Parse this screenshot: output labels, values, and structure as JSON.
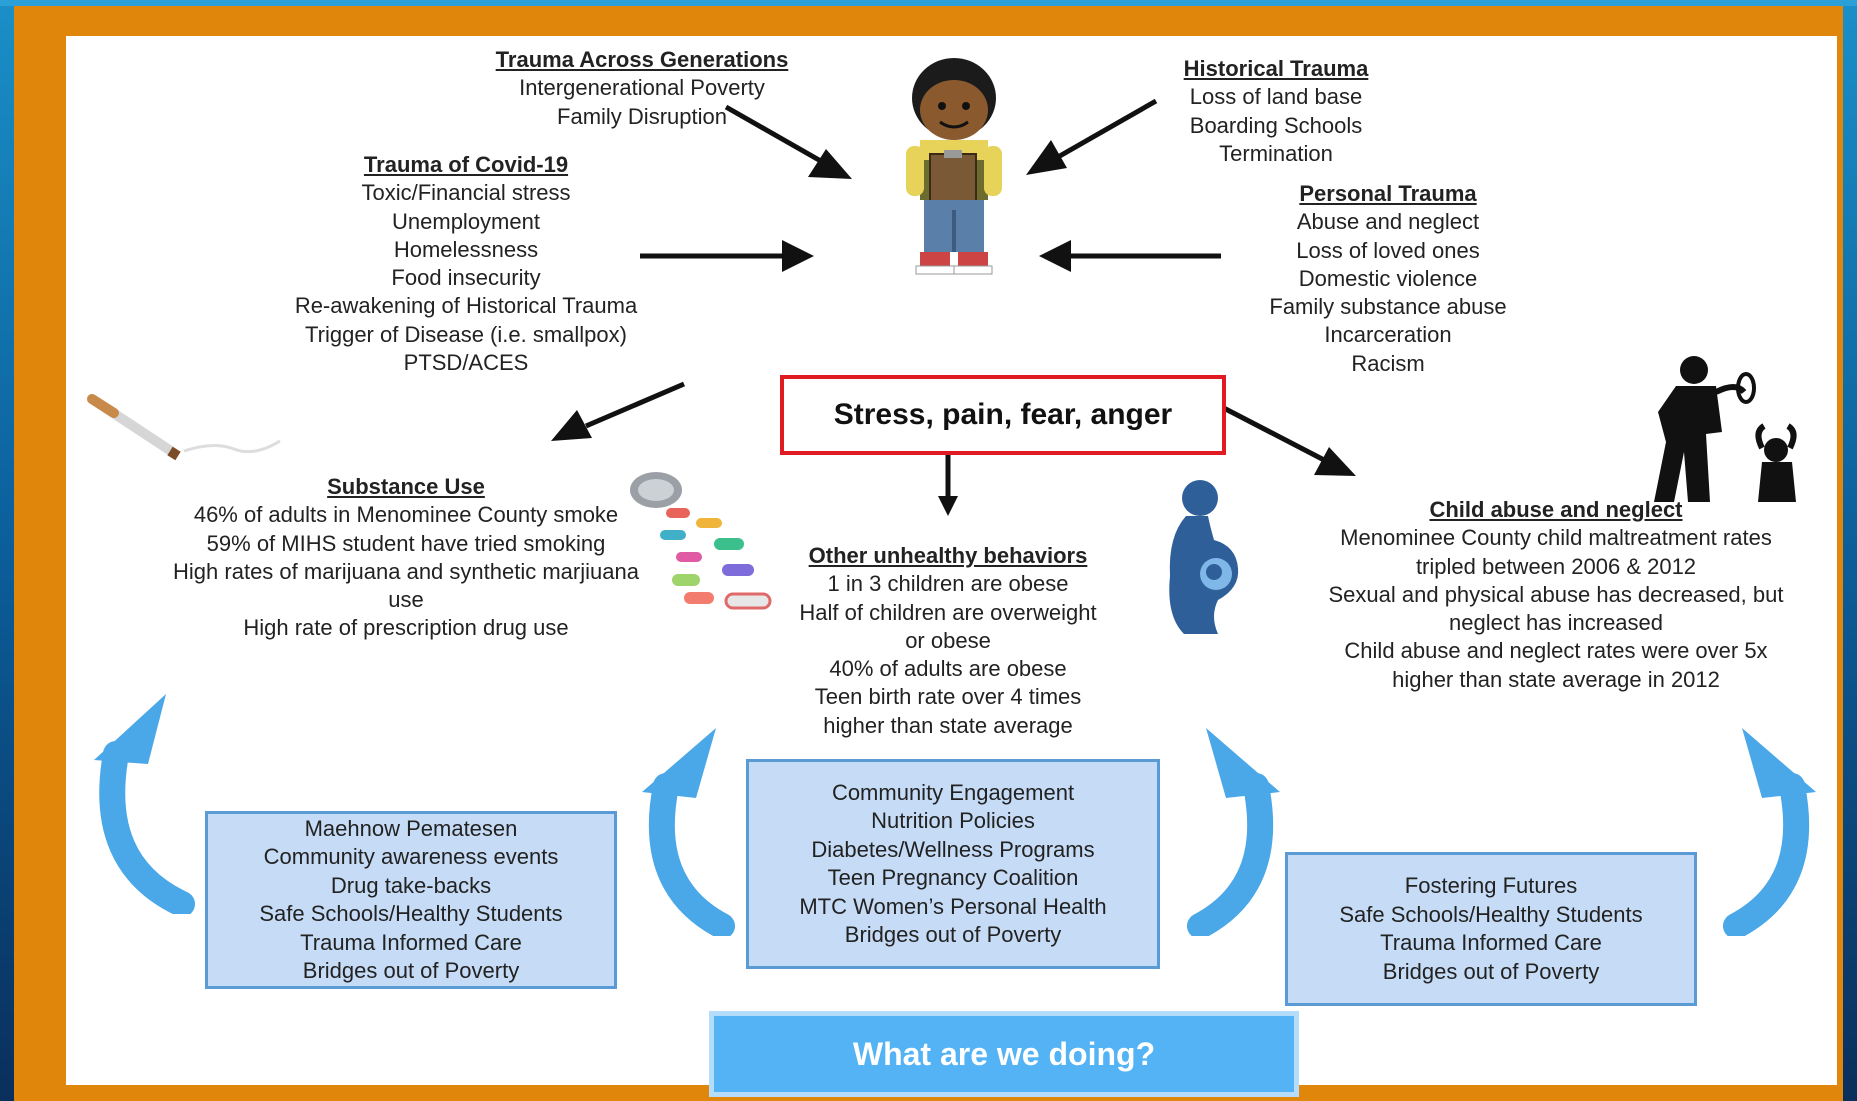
{
  "center": {
    "label": "Stress, pain, fear, anger"
  },
  "blocks": {
    "generations": {
      "title": "Trauma Across Generations",
      "lines": [
        "Intergenerational Poverty",
        "Family Disruption"
      ]
    },
    "covid": {
      "title": "Trauma of Covid-19",
      "lines": [
        "Toxic/Financial stress",
        "Unemployment",
        "Homelessness",
        "Food insecurity",
        "Re-awakening of Historical Trauma",
        "Trigger of Disease (i.e. smallpox)",
        "PTSD/ACES"
      ]
    },
    "historical": {
      "title": "Historical Trauma",
      "lines": [
        "Loss of land base",
        "Boarding Schools",
        "Termination"
      ]
    },
    "personal": {
      "title": "Personal Trauma",
      "lines": [
        "Abuse and neglect",
        "Loss of loved ones",
        "Domestic violence",
        "Family substance abuse",
        "Incarceration",
        "Racism"
      ]
    },
    "substance": {
      "title": "Substance Use",
      "lines": [
        "46% of adults in Menominee County smoke",
        "59% of MIHS student have tried smoking",
        "High rates of marijuana and synthetic marjiuana",
        "use",
        "High rate of prescription drug use"
      ]
    },
    "unhealthy": {
      "title": "Other unhealthy behaviors",
      "lines": [
        "1 in 3 children are obese",
        "Half of children are overweight",
        "or obese",
        "40% of adults are obese",
        "Teen birth rate over 4 times",
        "higher than state average"
      ]
    },
    "abuse": {
      "title": "Child abuse and neglect",
      "lines": [
        "Menominee County child maltreatment rates",
        "tripled between 2006 & 2012",
        "Sexual and physical abuse has decreased, but",
        "neglect has increased",
        "Child abuse and neglect rates were over 5x",
        "higher than state average in 2012"
      ]
    }
  },
  "programs": {
    "left": [
      "Maehnow Pematesen",
      "Community awareness events",
      "Drug take-backs",
      "Safe Schools/Healthy Students",
      "Trauma Informed Care",
      "Bridges out of Poverty"
    ],
    "middle": [
      "Community Engagement",
      "Nutrition Policies",
      "Diabetes/Wellness Programs",
      "Teen Pregnancy Coalition",
      "MTC Women’s Personal Health",
      "Bridges out of Poverty"
    ],
    "right": [
      "Fostering Futures",
      "Safe Schools/Healthy Students",
      "Trauma Informed Care",
      "Bridges out of Poverty"
    ]
  },
  "action": {
    "label": "What are we doing?"
  },
  "colors": {
    "frame": "#e0860b",
    "center_border": "#e11b22",
    "program_fill": "#c6dcf6",
    "program_border": "#5b9bd5",
    "action_fill": "#53b3f4",
    "curve_arrow": "#4aa7e8"
  },
  "icons": [
    "child-with-clipboard-icon",
    "cigarette-icon",
    "pill-bottle-icon",
    "pregnant-woman-icon",
    "abuse-silhouette-icon",
    "curved-arrow-icon"
  ]
}
